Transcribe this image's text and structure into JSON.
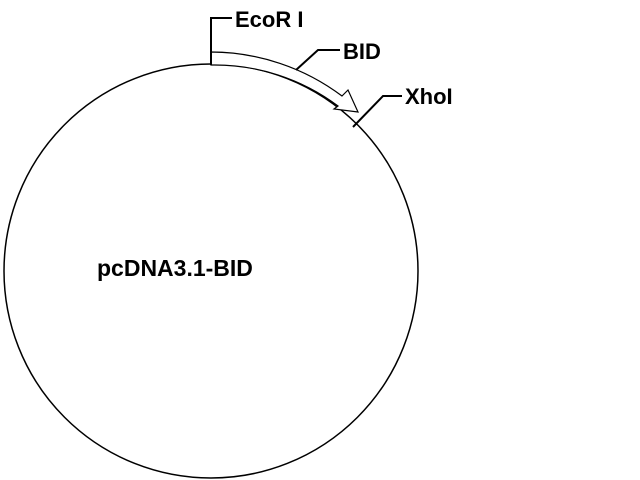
{
  "plasmid": {
    "name": "pcDNA3.1-BID",
    "line_color": "#000000",
    "background_color": "#ffffff"
  },
  "sites": [
    {
      "name": "EcoR I"
    },
    {
      "name": "BID"
    },
    {
      "name": "XhoI"
    }
  ]
}
